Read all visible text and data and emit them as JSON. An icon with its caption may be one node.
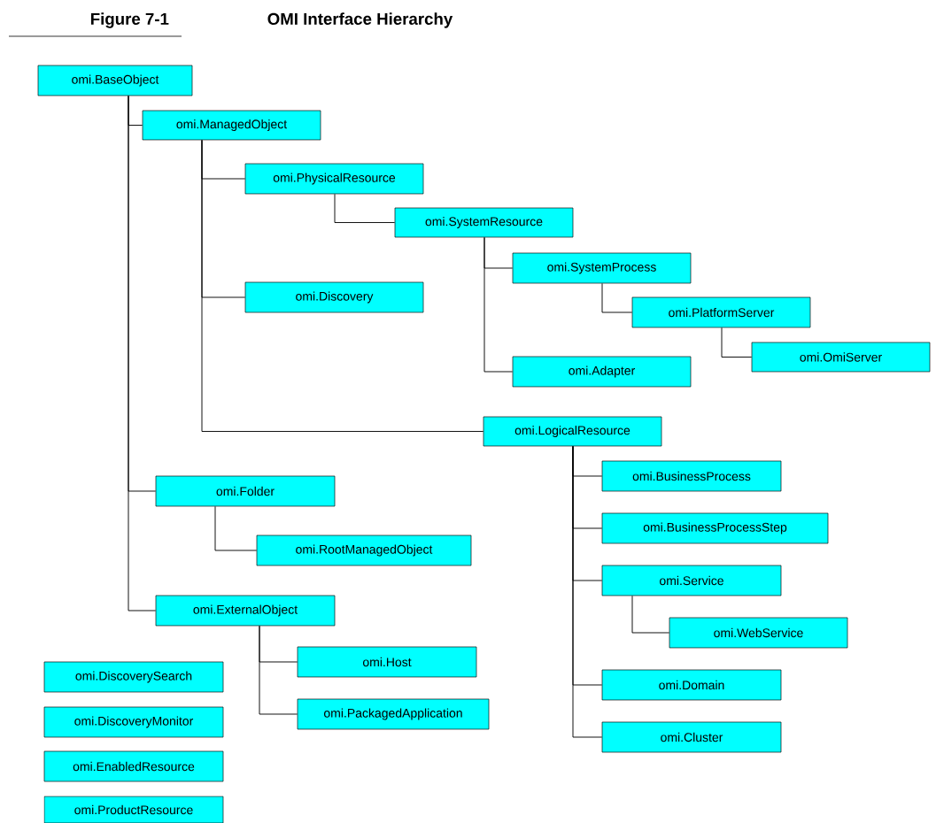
{
  "diagram": {
    "title": "OMI Interface Hierarchy",
    "nodes": [
      {
        "text": [
          "omi.BaseObject"
        ]
      },
      {
        "text": [
          "omi.ManagedObject"
        ]
      },
      {
        "text": [
          "omi.PhysicalResource"
        ]
      },
      {
        "text": [
          "omi.SystemResource"
        ]
      },
      {
        "text": [
          "omi.SystemProcess"
        ]
      },
      {
        "text": [
          "omi.PlatformServer"
        ]
      },
      {
        "text": [
          "omi.OmiServer"
        ]
      },
      {
        "text": [
          "omi.Adapter"
        ]
      },
      {
        "text": [
          "omi.Discovery"
        ]
      },
      {
        "text": [
          "omi.LogicalResource"
        ]
      },
      {
        "text": [
          "omi.BusinessProcess"
        ]
      },
      {
        "text": [
          "omi.BusinessProcessStep"
        ]
      },
      {
        "text": [
          "omi.Service"
        ]
      },
      {
        "text": [
          "omi.WebService"
        ]
      },
      {
        "text": [
          "omi.Domain"
        ]
      },
      {
        "text": [
          "omi.Cluster"
        ]
      },
      {
        "text": [
          "omi.Folder"
        ]
      },
      {
        "text": [
          "omi.RootManagedObject"
        ]
      },
      {
        "text": [
          "omi.ExternalObject"
        ]
      },
      {
        "text": [
          "omi.Host"
        ]
      },
      {
        "text": [
          "omi.PackagedApplication"
        ]
      },
      {
        "text": [
          "omi.DiscoverySearch"
        ]
      },
      {
        "text": [
          "omi.DiscoveryMonitor"
        ]
      },
      {
        "text": [
          "omi.EnabledResource"
        ]
      },
      {
        "text": [
          "omi.ProductResource"
        ]
      }
    ],
    "edges": [
      {
        "from": 0,
        "to": 1,
        "arrow": "none"
      },
      {
        "from": 0,
        "to": 16,
        "arrow": "none"
      },
      {
        "from": 0,
        "to": 18,
        "arrow": "none"
      },
      {
        "from": 1,
        "to": 2,
        "arrow": "none"
      },
      {
        "from": 1,
        "to": 8,
        "arrow": "none"
      },
      {
        "from": 1,
        "to": 9,
        "arrow": "none"
      },
      {
        "from": 2,
        "to": 3,
        "arrow": "none"
      },
      {
        "from": 3,
        "to": 4,
        "arrow": "none"
      },
      {
        "from": 3,
        "to": 7,
        "arrow": "none"
      },
      {
        "from": 4,
        "to": 5,
        "arrow": "none"
      },
      {
        "from": 5,
        "to": 6,
        "arrow": "none"
      },
      {
        "from": 9,
        "to": 10,
        "arrow": "none"
      },
      {
        "from": 9,
        "to": 11,
        "arrow": "none"
      },
      {
        "from": 9,
        "to": 12,
        "arrow": "none"
      },
      {
        "from": 9,
        "to": 14,
        "arrow": "none"
      },
      {
        "from": 9,
        "to": 15,
        "arrow": "none"
      },
      {
        "from": 12,
        "to": 13,
        "arrow": "none"
      },
      {
        "from": 16,
        "to": 17,
        "arrow": "none"
      },
      {
        "from": 18,
        "to": 19,
        "arrow": "none"
      },
      {
        "from": 18,
        "to": 20,
        "arrow": "none"
      }
    ],
    "labels": [
      "Figure 7-1"
    ]
  }
}
